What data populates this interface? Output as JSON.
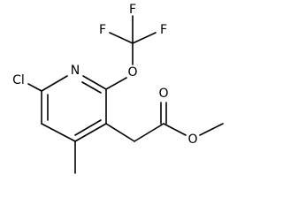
{
  "molecule": {
    "atoms": {
      "cl": "Cl",
      "n": "N",
      "o_ether": "O",
      "f_top": "F",
      "f_left": "F",
      "f_right": "F",
      "o_carbonyl": "O",
      "o_ester": "O"
    }
  }
}
